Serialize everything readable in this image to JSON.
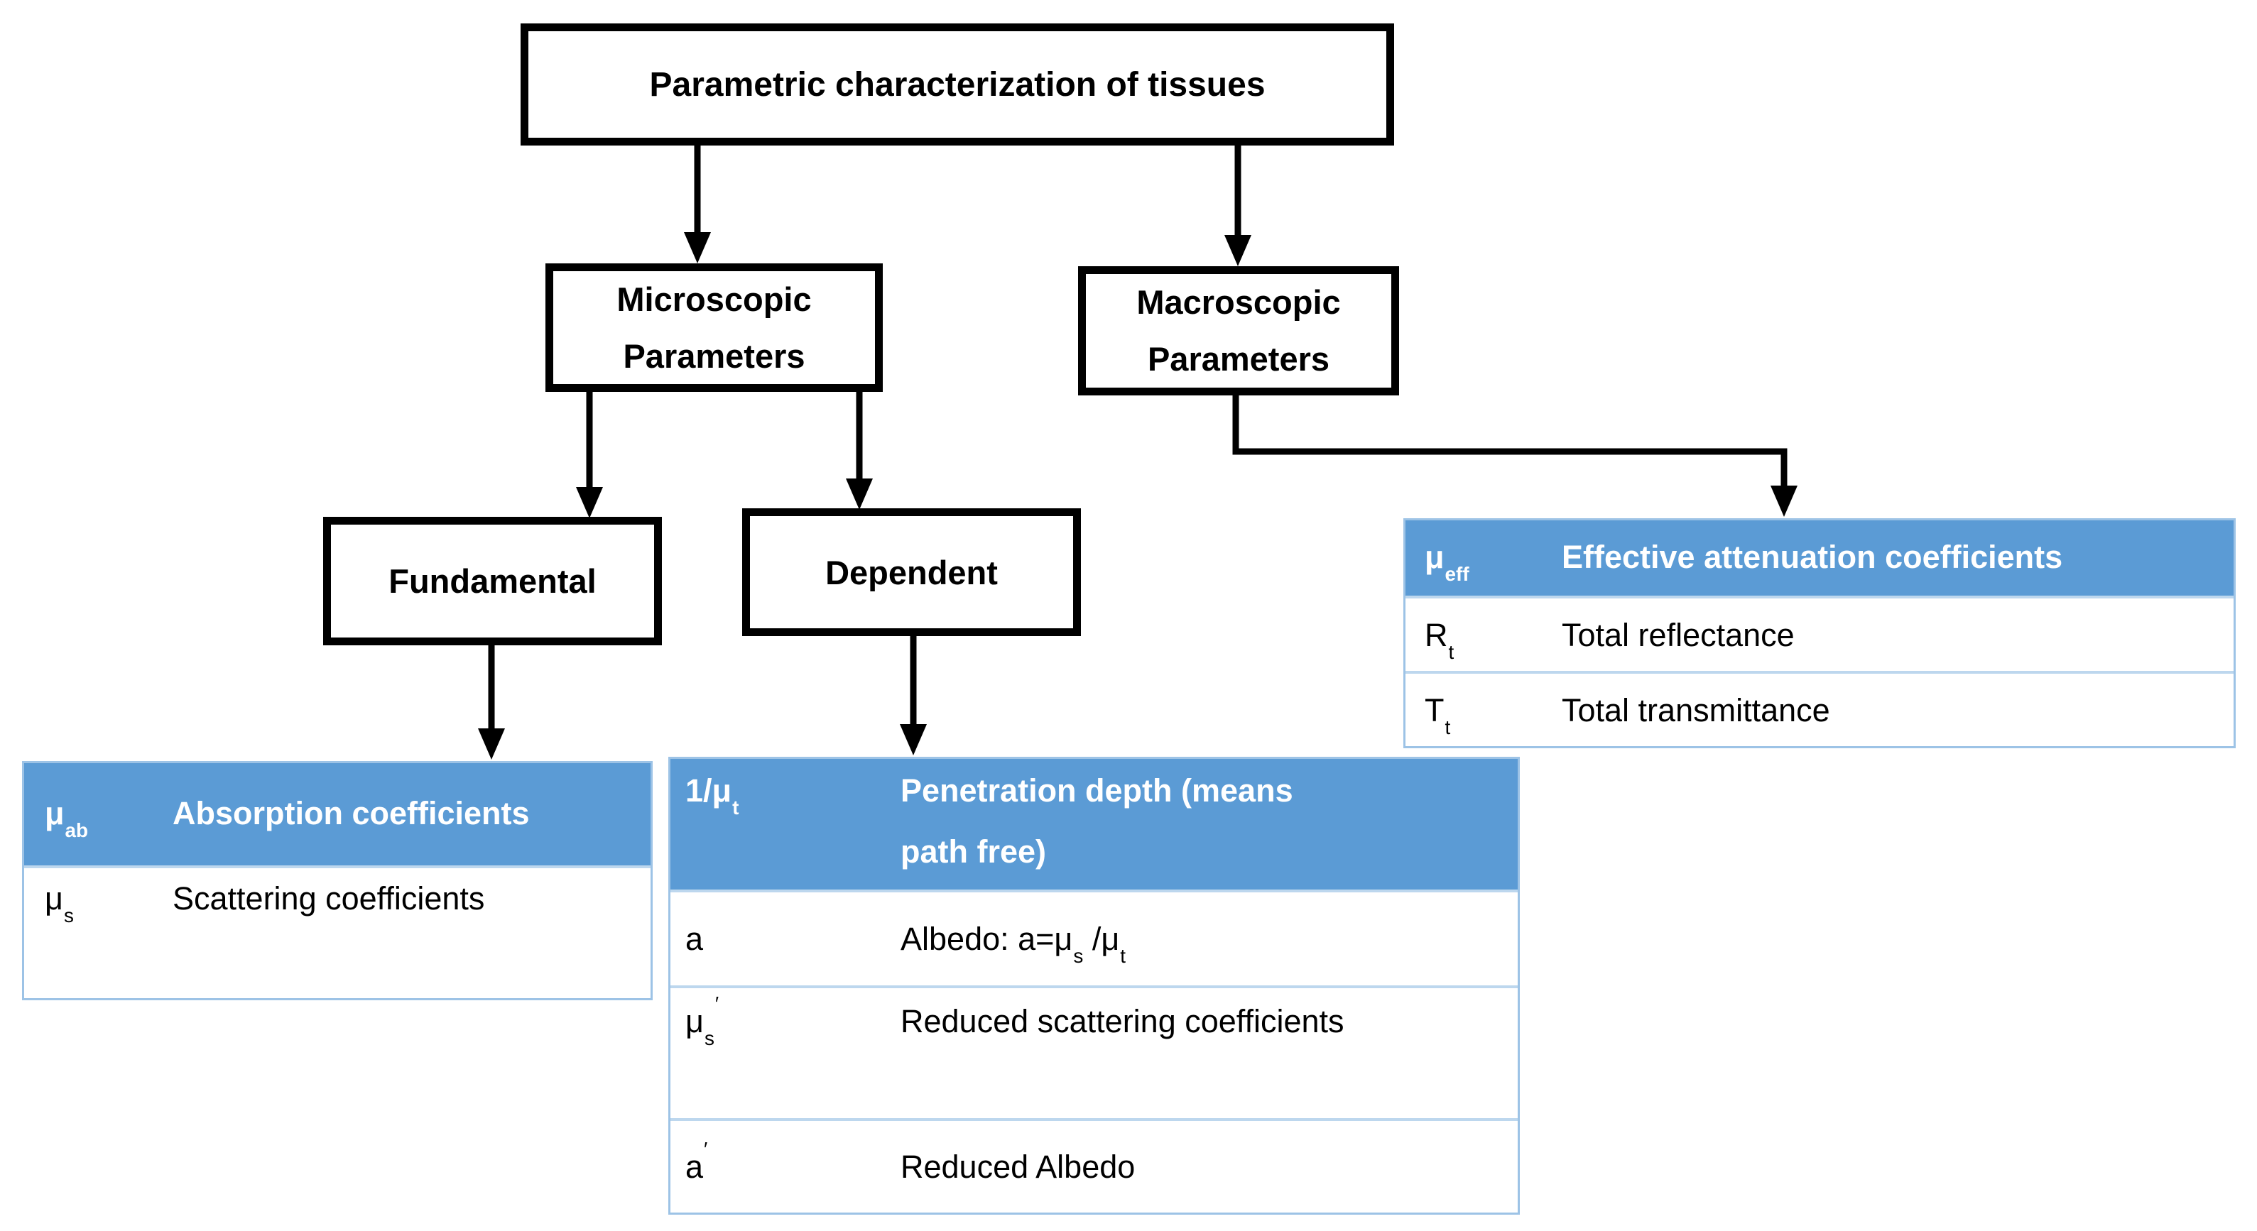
{
  "boxes": {
    "root": {
      "label": "Parametric characterization of tissues"
    },
    "microscopic": {
      "label": "Microscopic Parameters"
    },
    "macroscopic": {
      "label": "Macroscopic Parameters"
    },
    "fundamental": {
      "label": "Fundamental"
    },
    "dependent": {
      "label": "Dependent"
    }
  },
  "tables": {
    "fundamental": {
      "header": {
        "symbol": [
          {
            "t": "text",
            "v": "μ"
          },
          {
            "t": "sub",
            "v": "ab"
          }
        ],
        "label": "Absorption coefficients"
      },
      "rows": [
        {
          "symbol": [
            {
              "t": "text",
              "v": "μ"
            },
            {
              "t": "sub",
              "v": "s"
            }
          ],
          "label": "Scattering coefficients"
        }
      ]
    },
    "dependent": {
      "header": {
        "symbol": [
          {
            "t": "text",
            "v": "1/μ"
          },
          {
            "t": "sub",
            "v": "t"
          }
        ],
        "label": "Penetration depth (means path free)"
      },
      "rows": [
        {
          "symbol": [
            {
              "t": "text",
              "v": "a"
            }
          ],
          "label": [
            {
              "t": "text",
              "v": "Albedo: a=μ"
            },
            {
              "t": "sub",
              "v": "s"
            },
            {
              "t": "text",
              "v": " /μ"
            },
            {
              "t": "sub",
              "v": "t"
            }
          ]
        },
        {
          "symbol": [
            {
              "t": "text",
              "v": "μ"
            },
            {
              "t": "sub",
              "v": "s"
            },
            {
              "t": "sup",
              "v": "′"
            }
          ],
          "label": "Reduced scattering coefficients"
        },
        {
          "symbol": [
            {
              "t": "text",
              "v": "a"
            },
            {
              "t": "sup",
              "v": "′"
            }
          ],
          "label": "Reduced Albedo"
        }
      ]
    },
    "macroscopic": {
      "header": {
        "symbol": [
          {
            "t": "text",
            "v": "μ"
          },
          {
            "t": "sub",
            "v": "eff"
          }
        ],
        "label": "Effective attenuation coefficients"
      },
      "rows": [
        {
          "symbol": [
            {
              "t": "text",
              "v": "R"
            },
            {
              "t": "sub",
              "v": "t"
            }
          ],
          "label": "Total reflectance"
        },
        {
          "symbol": [
            {
              "t": "text",
              "v": "T"
            },
            {
              "t": "sub",
              "v": "t"
            }
          ],
          "label": "Total transmittance"
        }
      ]
    }
  },
  "colors": {
    "header_blue": "#5B9BD5",
    "table_border": "#9DC3E6",
    "row_separator": "#BDD7EE",
    "box_border": "#000000",
    "connector": "#000000",
    "header_text": "#FFFFFF",
    "body_text": "#000000"
  }
}
